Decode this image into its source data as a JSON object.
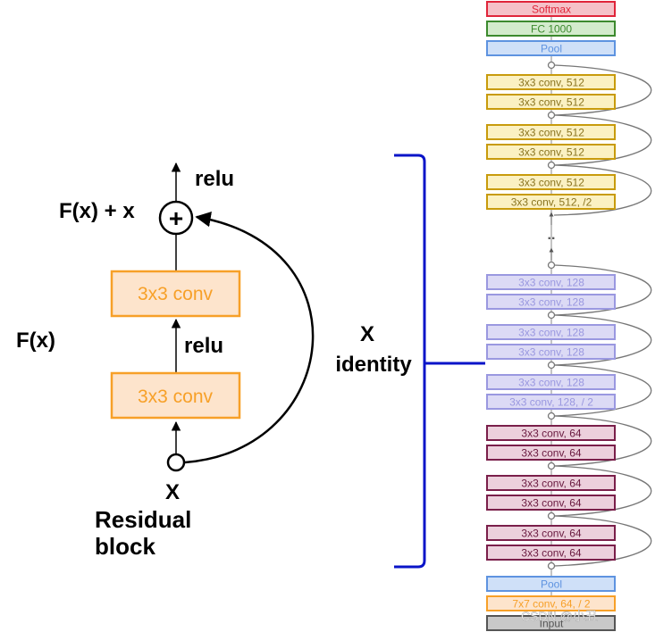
{
  "residual_block": {
    "relu_top": "relu",
    "sum_label": "F(x) + x",
    "conv_top": "3x3 conv",
    "relu_middle": "relu",
    "conv_bottom": "3x3 conv",
    "function_label": "F(x)",
    "input_label": "X",
    "caption_line1": "Residual",
    "caption_line2": "block"
  },
  "bracket": {
    "label_x": "X",
    "label_identity": "identity",
    "color": "#0a14c8"
  },
  "colors": {
    "block_fill": "#fde4cc",
    "block_stroke": "#f7a028",
    "block_text": "#f7a028"
  },
  "network": {
    "layers": [
      {
        "label": "Softmax",
        "stroke": "#e0253a",
        "fill": "#f5c1c8",
        "text": "#e0253a"
      },
      {
        "label": "FC 1000",
        "stroke": "#3c8a2e",
        "fill": "#d3ebcc",
        "text": "#3c8a2e"
      },
      {
        "label": "Pool",
        "stroke": "#5e93e0",
        "fill": "#cfe0f8",
        "text": "#5e93e0"
      },
      {
        "label": "3x3 conv, 512",
        "stroke": "#c89b0c",
        "fill": "#fbf1c2",
        "text": "#8a7420"
      },
      {
        "label": "3x3 conv, 512",
        "stroke": "#c89b0c",
        "fill": "#fbf1c2",
        "text": "#8a7420"
      },
      {
        "label": "3x3 conv, 512",
        "stroke": "#c89b0c",
        "fill": "#fbf1c2",
        "text": "#8a7420"
      },
      {
        "label": "3x3 conv, 512",
        "stroke": "#c89b0c",
        "fill": "#fbf1c2",
        "text": "#8a7420"
      },
      {
        "label": "3x3 conv, 512",
        "stroke": "#c89b0c",
        "fill": "#fbf1c2",
        "text": "#8a7420"
      },
      {
        "label": "3x3 conv, 512, /2",
        "stroke": "#c89b0c",
        "fill": "#fbf1c2",
        "text": "#8a7420"
      },
      {
        "label": "3x3 conv, 128",
        "stroke": "#9a98e0",
        "fill": "#dcdaf5",
        "text": "#9a98e0"
      },
      {
        "label": "3x3 conv, 128",
        "stroke": "#9a98e0",
        "fill": "#dcdaf5",
        "text": "#9a98e0"
      },
      {
        "label": "3x3 conv, 128",
        "stroke": "#9a98e0",
        "fill": "#dcdaf5",
        "text": "#9a98e0"
      },
      {
        "label": "3x3 conv, 128",
        "stroke": "#9a98e0",
        "fill": "#dcdaf5",
        "text": "#9a98e0"
      },
      {
        "label": "3x3 conv, 128",
        "stroke": "#9a98e0",
        "fill": "#dcdaf5",
        "text": "#9a98e0"
      },
      {
        "label": "3x3 conv, 128, / 2",
        "stroke": "#9a98e0",
        "fill": "#dcdaf5",
        "text": "#9a98e0"
      },
      {
        "label": "3x3 conv, 64",
        "stroke": "#7a1f4a",
        "fill": "#ecd0dc",
        "text": "#6a1a40"
      },
      {
        "label": "3x3 conv, 64",
        "stroke": "#7a1f4a",
        "fill": "#ecd0dc",
        "text": "#6a1a40"
      },
      {
        "label": "3x3 conv, 64",
        "stroke": "#7a1f4a",
        "fill": "#ecd0dc",
        "text": "#6a1a40"
      },
      {
        "label": "3x3 conv, 64",
        "stroke": "#7a1f4a",
        "fill": "#ecd0dc",
        "text": "#6a1a40"
      },
      {
        "label": "3x3 conv, 64",
        "stroke": "#7a1f4a",
        "fill": "#ecd0dc",
        "text": "#6a1a40"
      },
      {
        "label": "3x3 conv, 64",
        "stroke": "#7a1f4a",
        "fill": "#ecd0dc",
        "text": "#6a1a40"
      },
      {
        "label": "Pool",
        "stroke": "#5e93e0",
        "fill": "#cfe0f8",
        "text": "#5e93e0"
      },
      {
        "label": "7x7 conv, 64, / 2",
        "stroke": "#f7a028",
        "fill": "#fde4cc",
        "text": "#f7a028"
      },
      {
        "label": "Input",
        "stroke": "#555555",
        "fill": "#c8c8c8",
        "text": "#555555"
      }
    ],
    "skip_connections": 9,
    "ellipsis": ".."
  },
  "watermark": "CSDN @小丑"
}
